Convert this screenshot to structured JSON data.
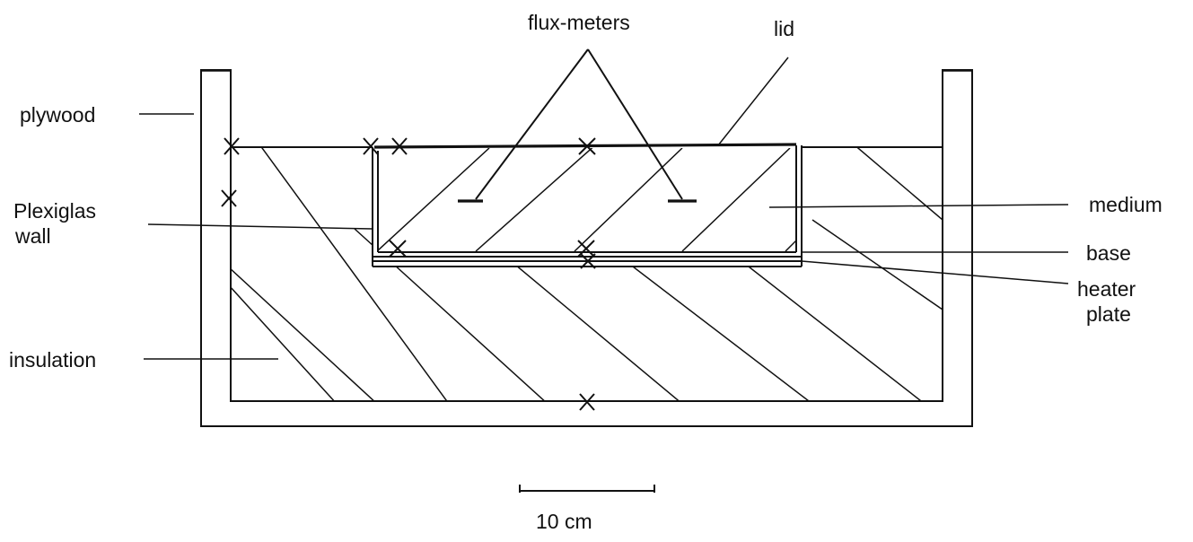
{
  "labels": {
    "flux_meters": "flux-meters",
    "lid": "lid",
    "plywood": "plywood",
    "plexiglas_line1": "Plexiglas",
    "plexiglas_line2": "wall",
    "medium": "medium",
    "base": "base",
    "heater_line1": "heater",
    "heater_line2": "plate",
    "insulation": "insulation"
  },
  "scale_bar": {
    "label": "10 cm"
  }
}
